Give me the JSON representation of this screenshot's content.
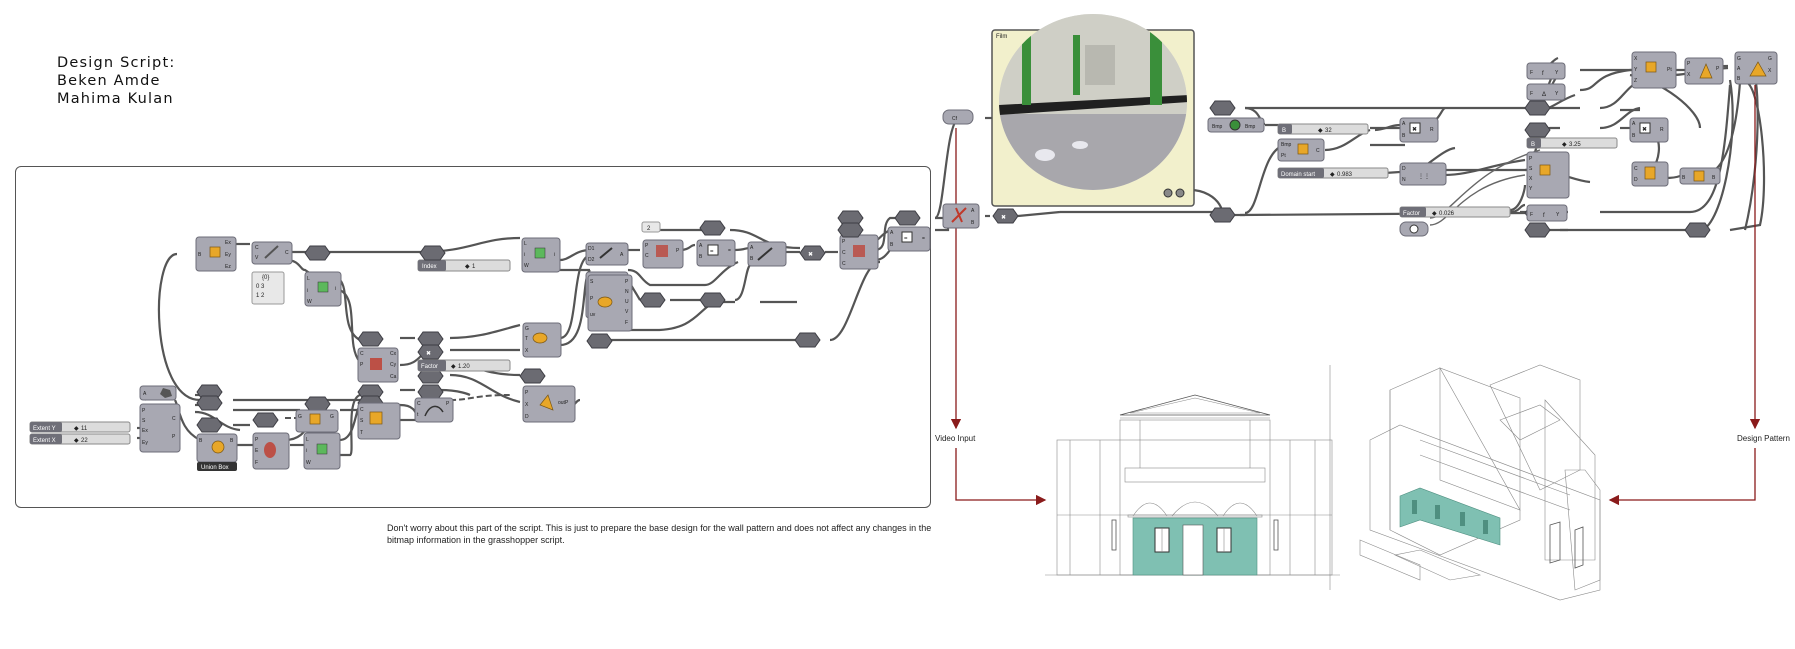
{
  "header": {
    "line1": "Design Script:",
    "line2": "Beken Amde",
    "line3": "Mahima Kulan"
  },
  "note": "Don't worry about this part of the script. This is just to prepare the base design for the wall pattern and does not affect any changes in the bitmap information in the grasshopper script.",
  "labels": {
    "video_input": "Video Input",
    "design_pattern": "Design Pattern",
    "union_box": "Union Box"
  },
  "sliders": {
    "extent_y": {
      "label": "Extent Y",
      "value": "11"
    },
    "extent_x": {
      "label": "Extent X",
      "value": "22"
    },
    "factor_1": {
      "label": "Factor",
      "value": "1.20"
    },
    "index": {
      "label": "Index",
      "value": "1"
    },
    "b_32": {
      "label": "B",
      "value": "32"
    },
    "b_325": {
      "label": "B",
      "value": "3.25"
    },
    "domain_start": {
      "label": "Domain start",
      "value": "0.983"
    },
    "factor_2": {
      "label": "Factor",
      "value": "0.026"
    }
  },
  "panel": {
    "header": "{0}",
    "rows": [
      "0 3",
      "1 2"
    ],
    "value_2": "2"
  },
  "viewer": {
    "title": "Film"
  },
  "colors": {
    "wire": "#555555",
    "arrow": "#8a1b1b",
    "component": "#a8a8b2",
    "teal": "#7fc0b2"
  }
}
